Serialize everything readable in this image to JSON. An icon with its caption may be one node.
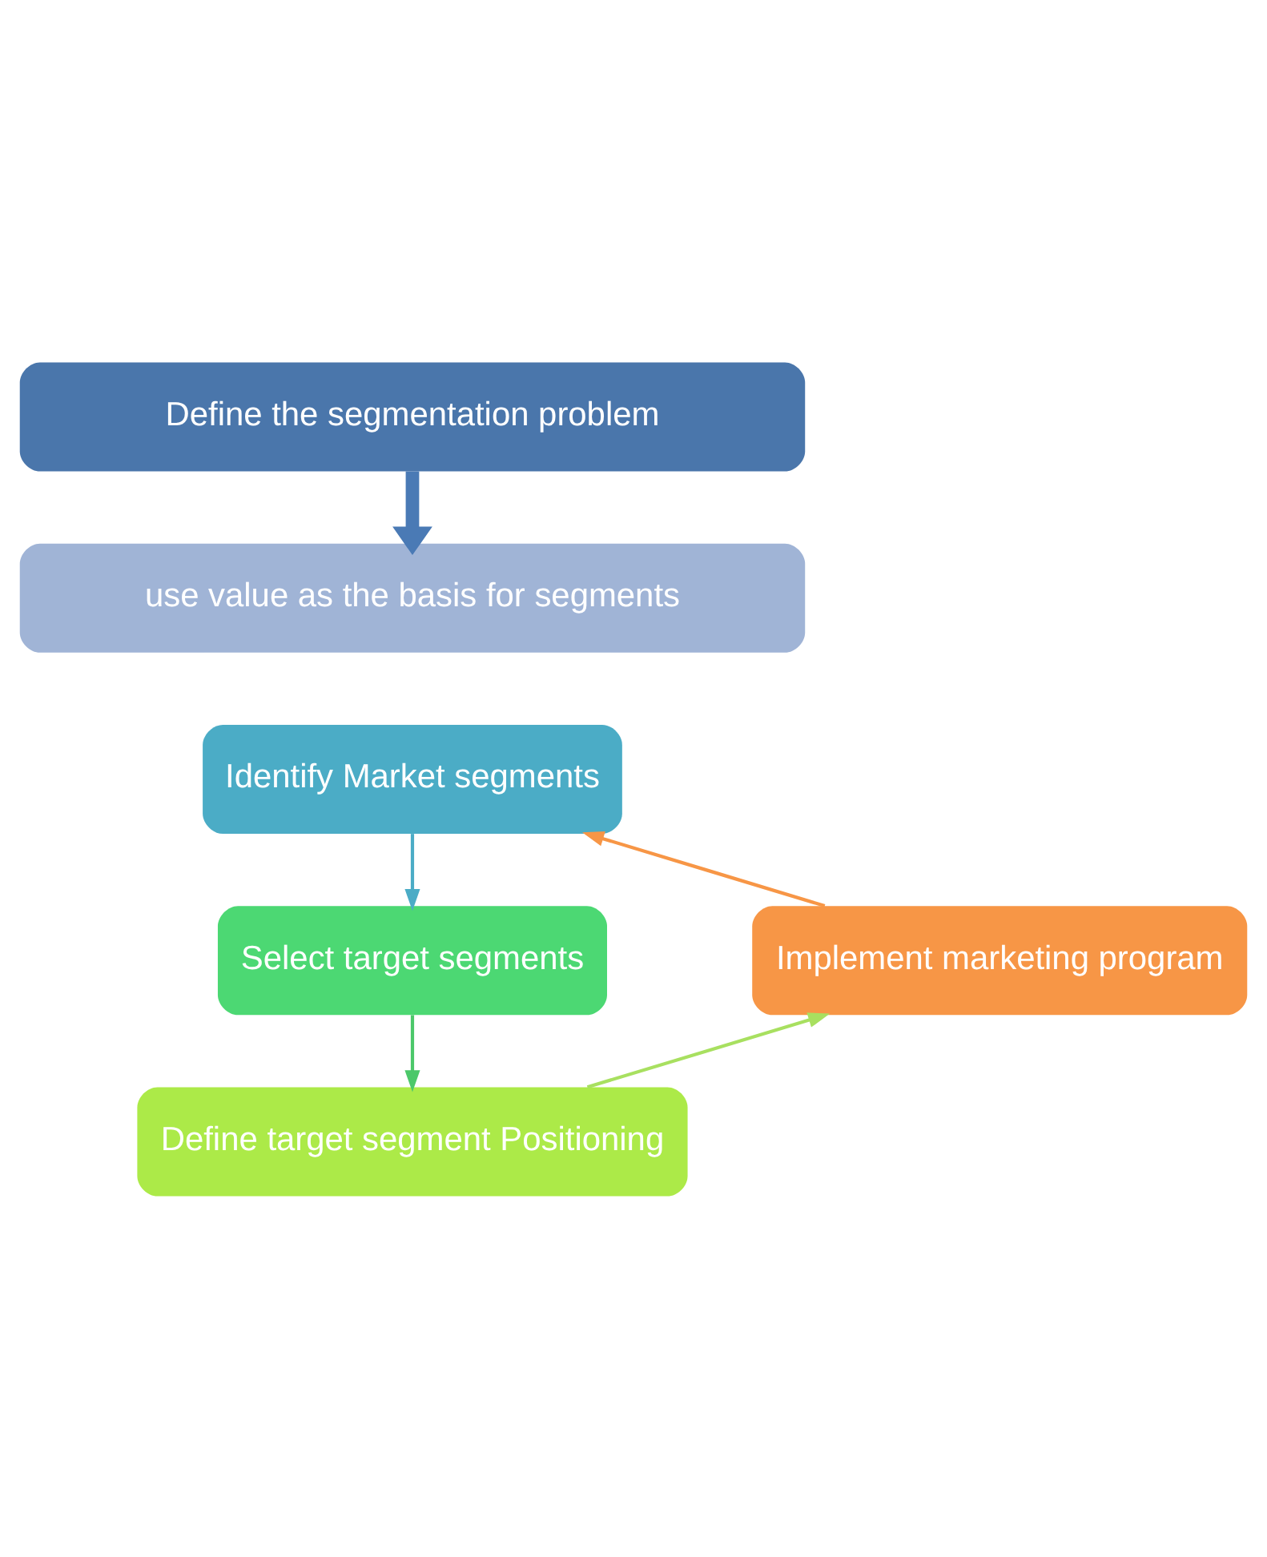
{
  "diagram": {
    "nodes": [
      {
        "text": [
          "Define the segmentation problem"
        ]
      },
      {
        "text": [
          "use value as the basis for segments"
        ]
      },
      {
        "text": [
          "Identify Market segments"
        ]
      },
      {
        "text": [
          "Select target segments"
        ]
      },
      {
        "text": [
          "Define target segment Positioning"
        ]
      },
      {
        "text": [
          "Implement marketing program"
        ]
      }
    ],
    "edges": [
      {
        "from": 0,
        "to": 1,
        "arrow": "to",
        "style": "thick",
        "color": "#4a7ab5"
      },
      {
        "from": 2,
        "to": 3,
        "arrow": "to",
        "color": "#4bacc6"
      },
      {
        "from": 3,
        "to": 4,
        "arrow": "to",
        "color": "#4cc86a"
      },
      {
        "from": 4,
        "to": 5,
        "arrow": "to",
        "color": "#a8e060"
      },
      {
        "from": 5,
        "to": 2,
        "arrow": "to",
        "color": "#f79646"
      }
    ]
  }
}
